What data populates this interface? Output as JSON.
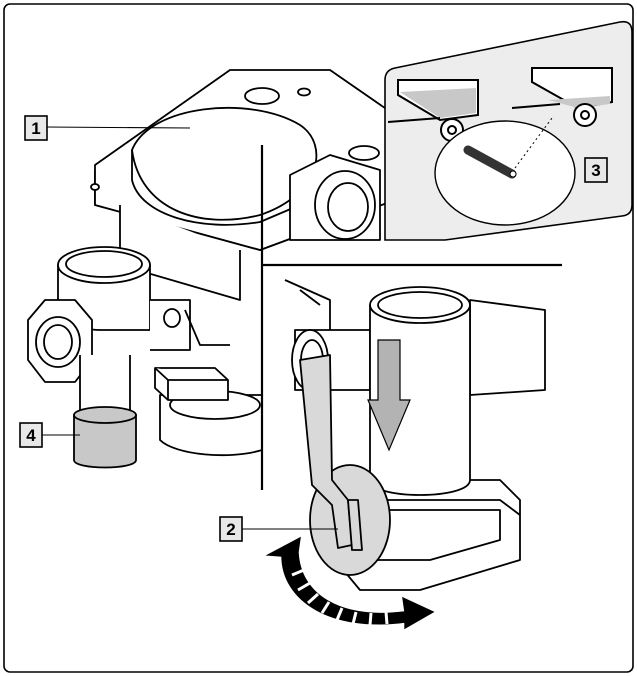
{
  "callouts": [
    {
      "id": "callout-1",
      "text": "1"
    },
    {
      "id": "callout-2",
      "text": "2"
    },
    {
      "id": "callout-3",
      "text": "3"
    },
    {
      "id": "callout-4",
      "text": "4"
    }
  ],
  "colors": {
    "line": "#000000",
    "part_fill": "#ffffff",
    "lever_fill": "#d9d9d9",
    "sleeve_fill": "#c8c8c8",
    "inset_fill": "#ededed",
    "callout_fill": "#e8e8e8",
    "arrow_fill": "#b3b3b3"
  }
}
